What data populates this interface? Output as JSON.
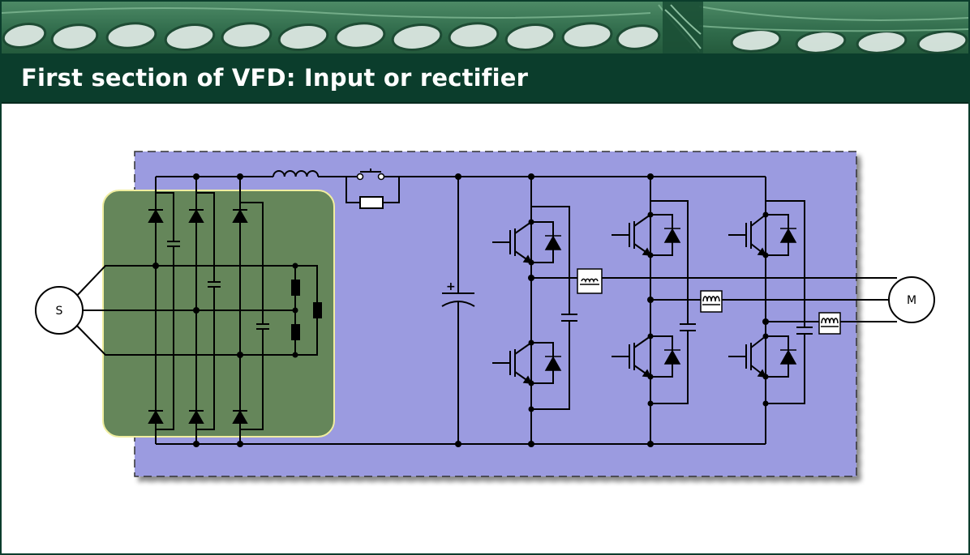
{
  "slide": {
    "title": "First section of VFD: Input or rectifier"
  },
  "banner": {
    "icon": "ornamental-leaf-pattern"
  },
  "diagram": {
    "source_label": "S",
    "motor_label": "M",
    "capacitor_polarity": "+",
    "highlighted_section": "rectifier"
  },
  "colors": {
    "title_bar": "#0b3d2c",
    "drive_panel": "#9b9be0",
    "rectifier_highlight": "#65865a",
    "rectifier_border": "#f0eea0",
    "banner_green": "#2f6a4a"
  }
}
